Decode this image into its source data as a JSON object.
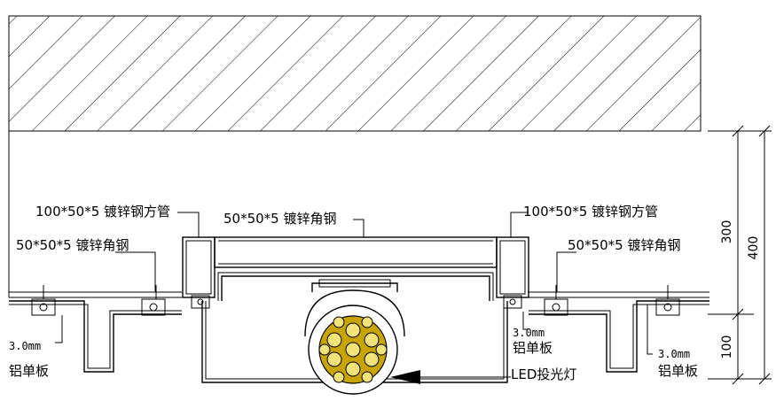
{
  "labels": {
    "tube_left": "100*50*5 镀锌钢方管",
    "tube_right": "100*50*5 镀锌钢方管",
    "angle_center": "50*50*5 镀锌角钢",
    "angle_left": "50*50*5 镀锌角钢",
    "angle_right": "50*50*5 镀锌角钢",
    "alu_left_1": "3.0mm",
    "alu_left_2": "铝单板",
    "alu_mid_1": "3.0mm",
    "alu_mid_2": "铝单板",
    "alu_right_1": "3.0mm",
    "alu_right_2": "铝单板",
    "led": "LED投光灯"
  },
  "dimensions": {
    "d300": "300",
    "d400": "400",
    "d100": "100"
  },
  "colors": {
    "line": "#000000",
    "lamp_fill": "#c8a400",
    "lens_fill": "#f2e27a",
    "background": "#ffffff"
  }
}
